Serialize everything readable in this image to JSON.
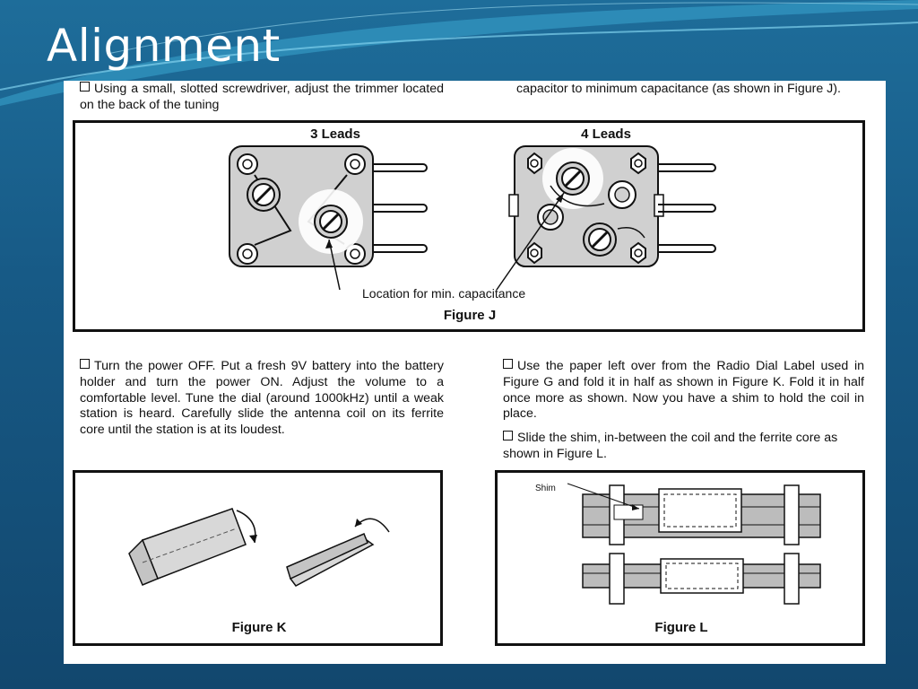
{
  "slide": {
    "title": "Alignment"
  },
  "text": {
    "step1_left": "Using a small, slotted screwdriver, adjust the trimmer located on the back of the tuning",
    "step1_right": "capacitor to minimum capacitance (as shown in Figure J).",
    "step2": "Turn the power OFF.  Put a fresh 9V battery into the battery holder and turn the power ON.  Adjust the volume to a comfortable level.  Tune the dial (around 1000kHz) until a weak station is heard. Carefully slide the antenna coil on its ferrite core until the station is at its loudest.",
    "step3": "Use the paper left over from the Radio Dial Label used in Figure G and fold it in half as shown in Figure K.  Fold it in half once more as shown. Now you have a shim to hold the coil in place.",
    "step4": "Slide the shim, in-between the coil and the ferrite core as shown in Figure L."
  },
  "figure_j": {
    "label_left": "3 Leads",
    "label_right": "4 Leads",
    "annotation": "Location for min. capacitance",
    "caption": "Figure J"
  },
  "figure_k": {
    "caption": "Figure K"
  },
  "figure_l": {
    "shim_label": "Shim",
    "caption": "Figure L"
  }
}
